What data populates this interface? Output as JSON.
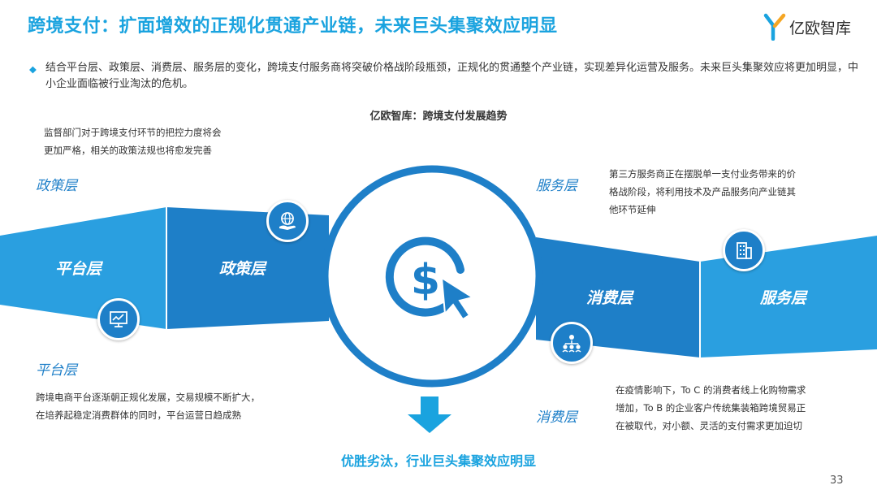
{
  "header": {
    "title": "跨境支付：扩面增效的正规化贯通产业链，未来巨头集聚效应明显",
    "logo_text": "亿欧智库"
  },
  "intro": {
    "bullet_icon": "diamond-bullet-icon",
    "text": "结合平台层、政策层、消费层、服务层的变化，跨境支付服务商将突破价格战阶段瓶颈，正规化的贯通整个产业链，实现差异化运营及服务。未来巨头集聚效应将更加明显，中小企业面临被行业淘汰的危机。"
  },
  "diagram": {
    "subtitle": "亿欧智库：跨境支付发展趋势",
    "band_labels": [
      "平台层",
      "政策层",
      "消费层",
      "服务层"
    ],
    "sections": {
      "policy": {
        "label": "政策层",
        "note_line1": "监督部门对于跨境支付环节的把控力度将会",
        "note_line2": "更加严格，相关的政策法规也将愈发完善",
        "icon": "globe-hand-icon"
      },
      "service": {
        "label": "服务层",
        "note_line1": "第三方服务商正在摆脱单一支付业务带来的价",
        "note_line2": "格战阶段，将利用技术及产品服务向产业链其",
        "note_line3": "他环节延伸",
        "icon": "building-icon"
      },
      "platform": {
        "label": "平台层",
        "note_line1": "跨境电商平台逐渐朝正规化发展，交易规模不断扩大，",
        "note_line2": "在培养起稳定消费群体的同时，平台运营日趋成熟",
        "icon": "monitor-chart-icon"
      },
      "consumer": {
        "label": "消费层",
        "note_line1": "在疫情影响下，To C 的消费者线上化购物需求",
        "note_line2": "增加，To B 的企业客户传统集装箱跨境贸易正",
        "note_line3": "在被取代，对小额、灵活的支付需求更加迫切",
        "icon": "people-network-icon"
      }
    },
    "center_icon": "dollar-cursor-icon",
    "arrow_icon": "down-arrow-icon",
    "conclusion": "优胜劣汰，行业巨头集聚效应明显"
  },
  "footer": {
    "page_number": "33"
  },
  "colors": {
    "accent": "#1aa3df",
    "band_dark": "#1e7fc8",
    "band_light": "#2a9fe0"
  }
}
